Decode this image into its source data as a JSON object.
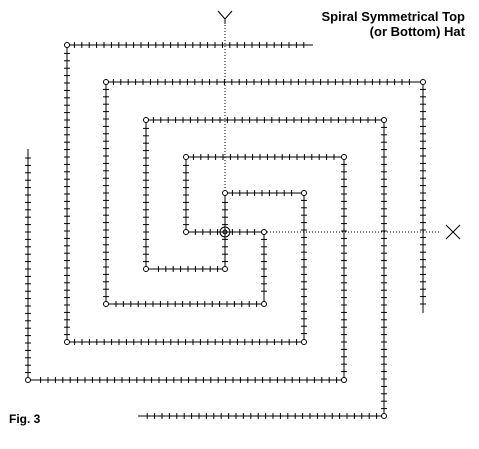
{
  "title": {
    "line1": "Spiral Symmetrical Top",
    "line2": "(or Bottom) Hat"
  },
  "figure_label": "Fig. 3",
  "axes": {
    "x_label": "X",
    "y_label": "Y"
  },
  "colors": {
    "ink": "#000000",
    "background": "#ffffff"
  }
}
